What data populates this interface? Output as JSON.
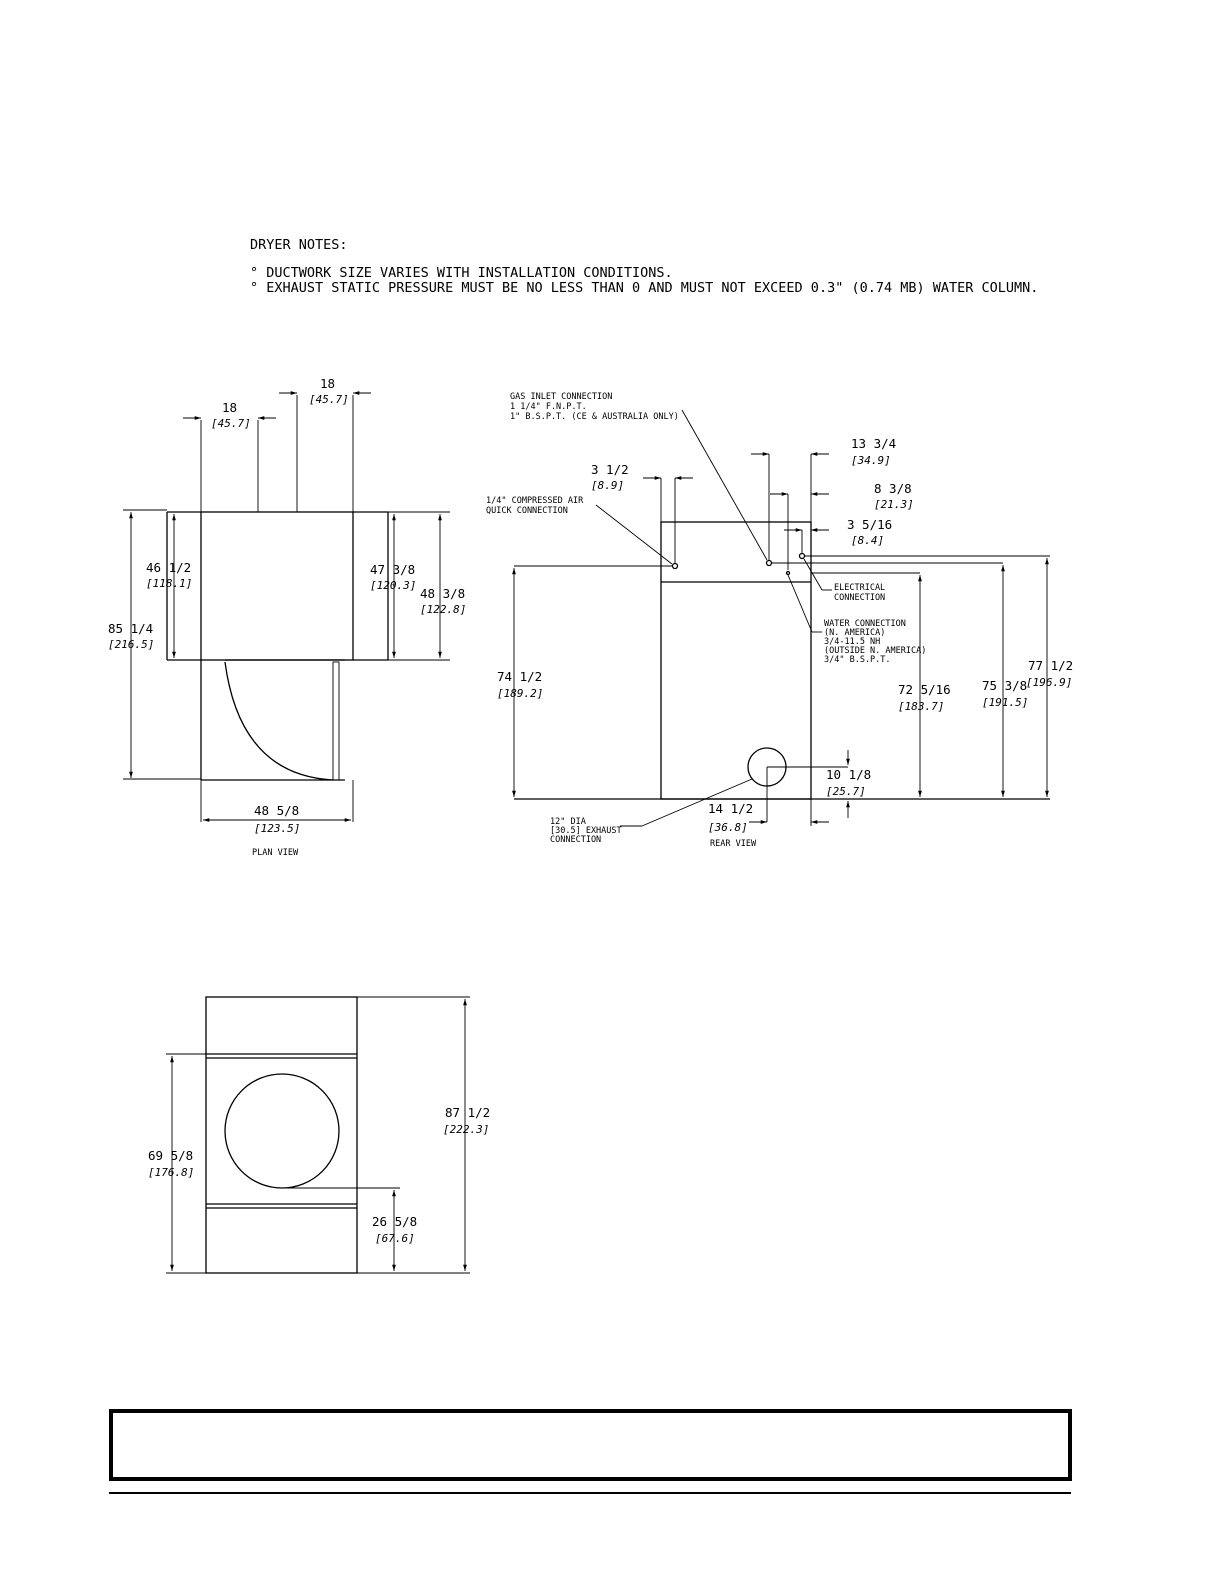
{
  "notes": {
    "heading": "DRYER NOTES:",
    "items": [
      "° DUCTWORK SIZE VARIES WITH INSTALLATION CONDITIONS.",
      "° EXHAUST STATIC PRESSURE MUST BE NO LESS THAN 0 AND MUST NOT EXCEED 0.3\" (0.74 MB) WATER COLUMN."
    ]
  },
  "plan_view": {
    "caption": "PLAN VIEW",
    "dims": {
      "top_left": {
        "value": "18",
        "mm": "[45.7]"
      },
      "top_right": {
        "value": "18",
        "mm": "[45.7]"
      },
      "depth_body": {
        "value": "46 1/2",
        "mm": "[118.1]"
      },
      "depth_total": {
        "value": "85 1/4",
        "mm": "[216.5]"
      },
      "depth_mid": {
        "value": "47 3/8",
        "mm": "[120.3]"
      },
      "depth_right": {
        "value": "48 3/8",
        "mm": "[122.8]"
      },
      "width": {
        "value": "48 5/8",
        "mm": "[123.5]"
      }
    }
  },
  "rear_view": {
    "caption": "REAR VIEW",
    "labels": {
      "gas": [
        "GAS INLET CONNECTION",
        "1 1/4\" F.N.P.T.",
        "1\" B.S.P.T. (CE & AUSTRALIA ONLY)"
      ],
      "air": [
        "1/4\" COMPRESSED AIR",
        "QUICK CONNECTION"
      ],
      "electrical": [
        "ELECTRICAL",
        "CONNECTION"
      ],
      "water": [
        "WATER CONNECTION",
        "(N. AMERICA)",
        "3/4-11.5 NH",
        "(OUTSIDE N. AMERICA)",
        "3/4\" B.S.P.T."
      ],
      "exhaust": [
        "12\" DIA",
        "[30.5] EXHAUST",
        "CONNECTION"
      ]
    },
    "dims": {
      "air_offset": {
        "value": "3 1/2",
        "mm": "[8.9]"
      },
      "gas_offset": {
        "value": "13 3/4",
        "mm": "[34.9]"
      },
      "water_offset": {
        "value": "8 3/8",
        "mm": "[21.3]"
      },
      "elec_offset": {
        "value": "3 5/16",
        "mm": "[8.4]"
      },
      "air_height": {
        "value": "74 1/2",
        "mm": "[189.2]"
      },
      "water_height": {
        "value": "72 5/16",
        "mm": "[183.7]"
      },
      "gas_height": {
        "value": "75 3/8",
        "mm": "[191.5]"
      },
      "elec_height": {
        "value": "77 1/2",
        "mm": "[196.9]"
      },
      "exhaust_height": {
        "value": "10 1/8",
        "mm": "[25.7]"
      },
      "exhaust_offset": {
        "value": "14 1/2",
        "mm": "[36.8]"
      }
    }
  },
  "front_view": {
    "dims": {
      "height_lower": {
        "value": "69 5/8",
        "mm": "[176.8]"
      },
      "height_total": {
        "value": "87 1/2",
        "mm": "[222.3]"
      },
      "door_height": {
        "value": "26 5/8",
        "mm": "[67.6]"
      }
    }
  }
}
